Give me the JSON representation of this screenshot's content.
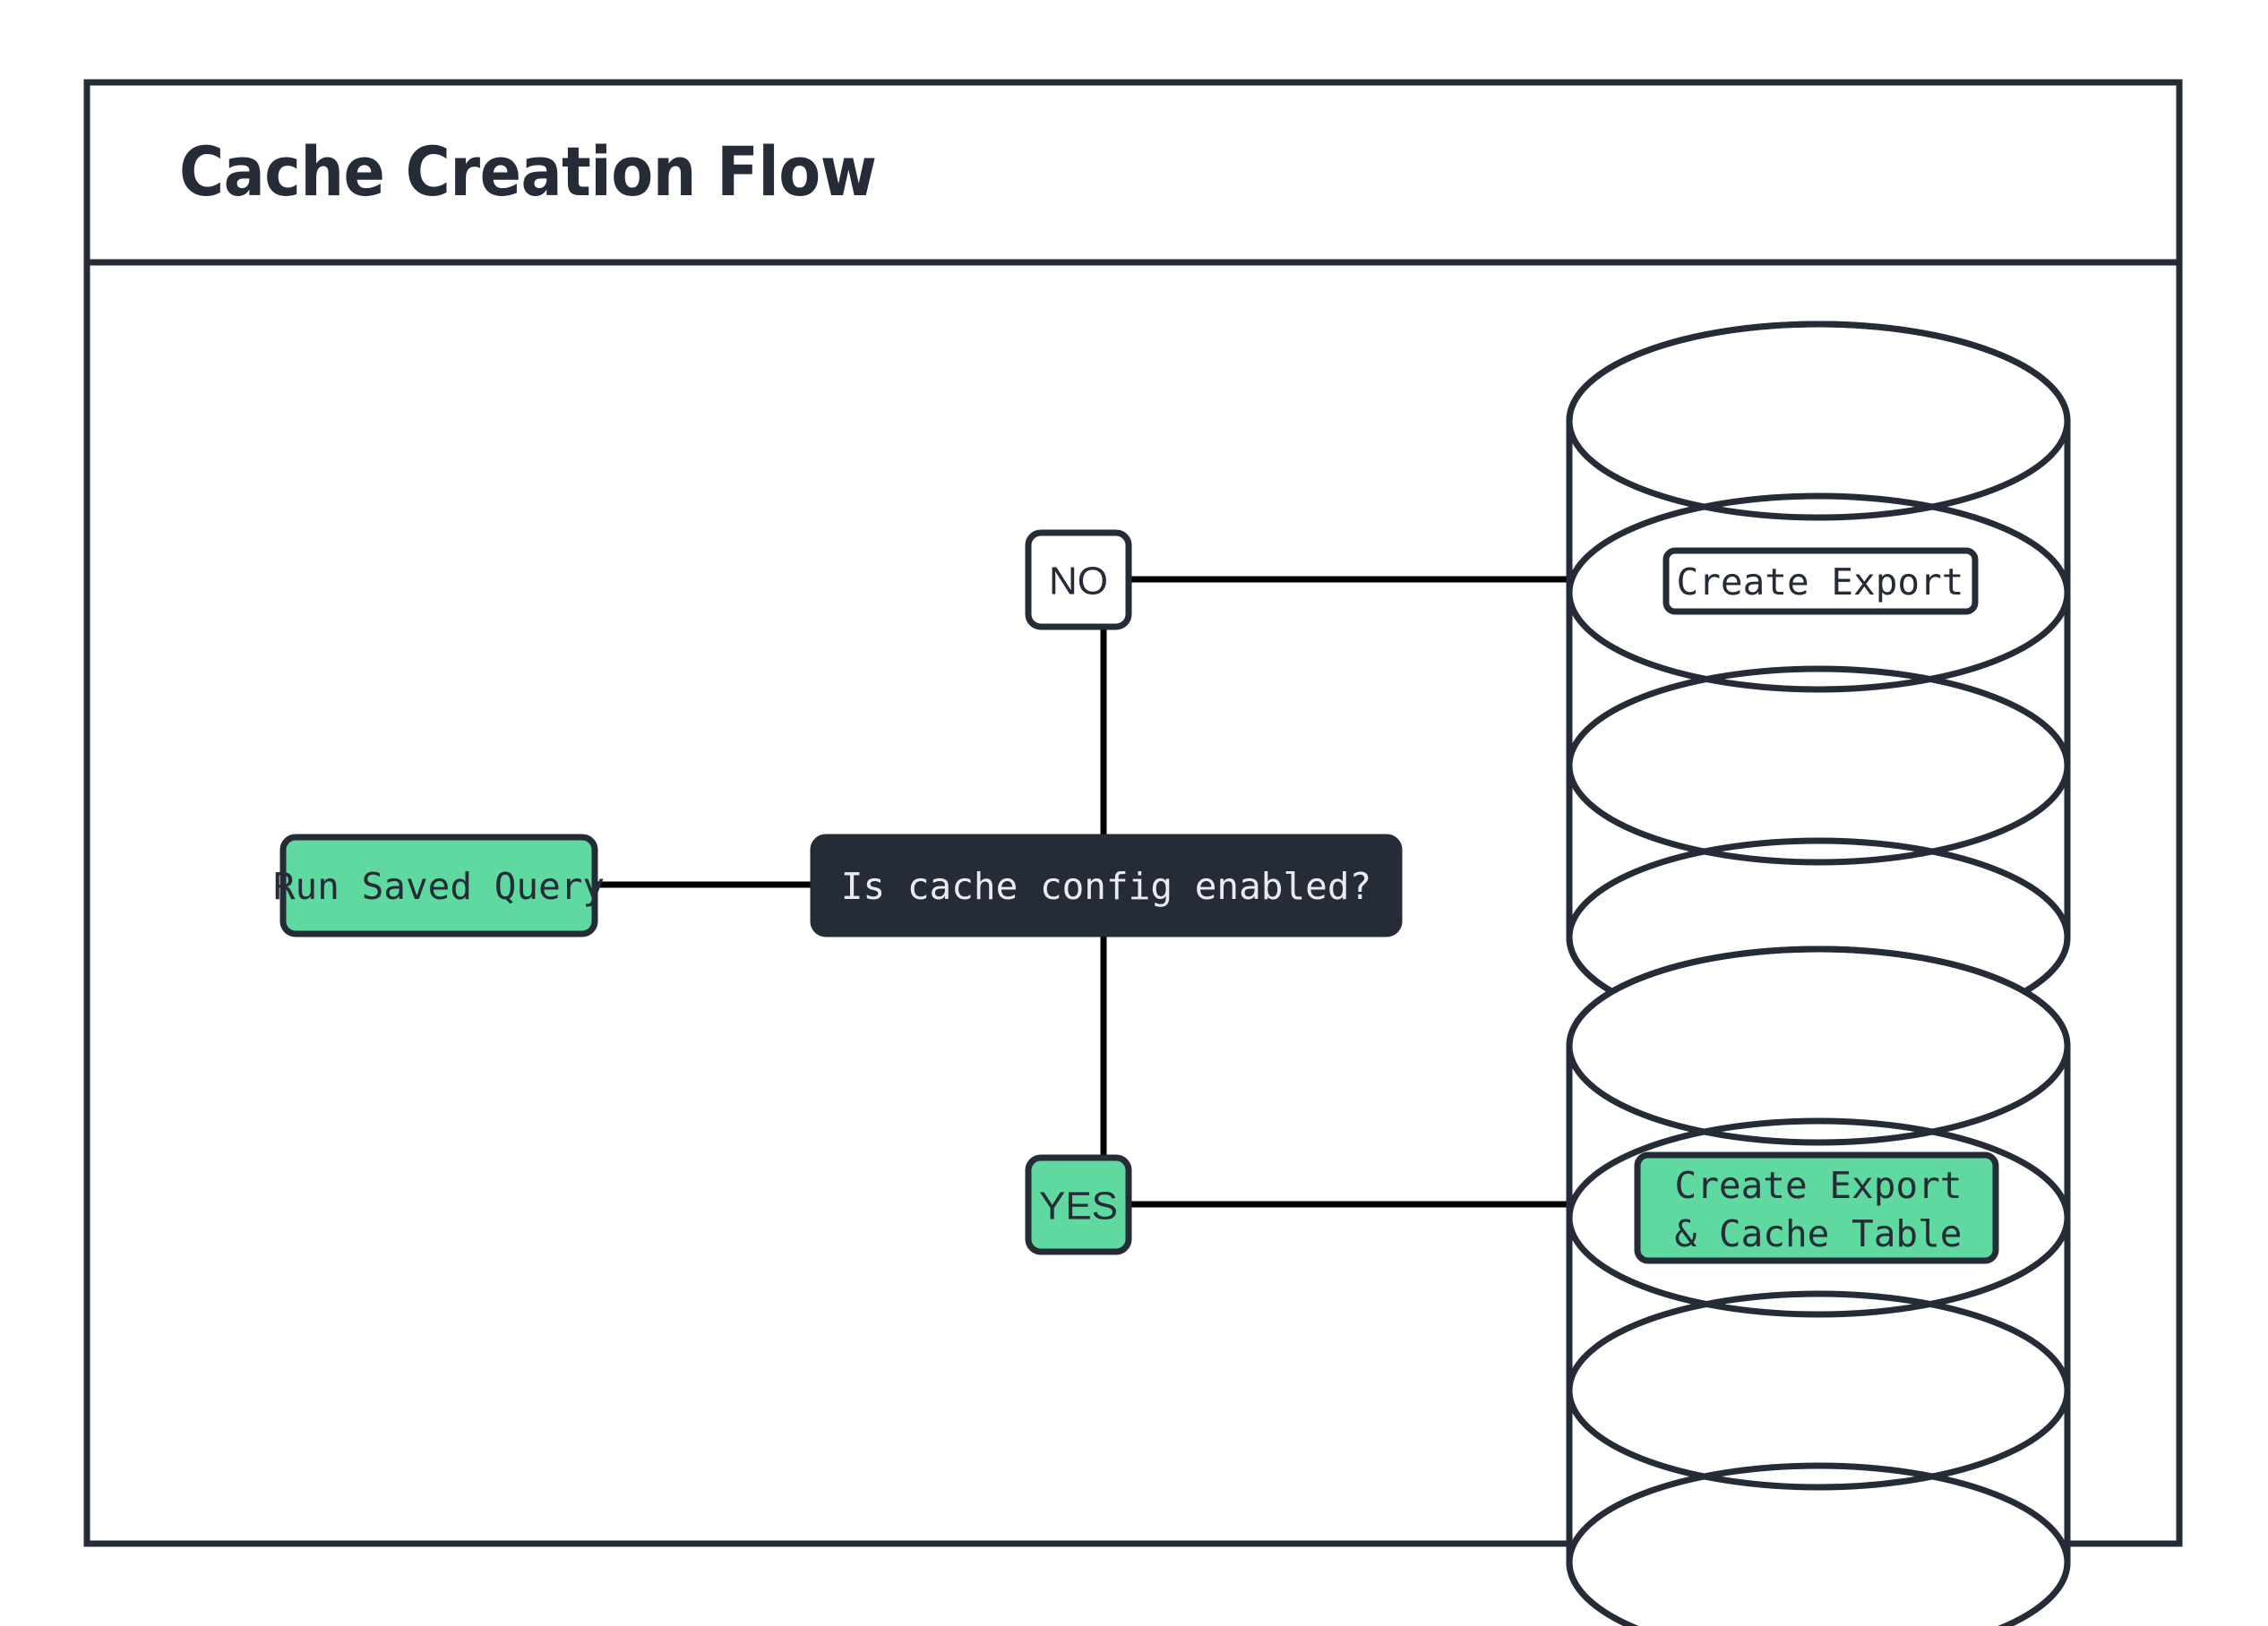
{
  "diagram": {
    "title": "Cache Creation Flow",
    "type": "flowchart",
    "colors": {
      "accent_green": "#5fd9a0",
      "dark_navy": "#262b38",
      "white": "#ffffff",
      "text_on_dark": "#e9ebef"
    },
    "nodes": {
      "start": {
        "label": "Run Saved Query",
        "shape": "rounded-rect",
        "fill": "green"
      },
      "decision": {
        "label": "Is cache config enabled?",
        "shape": "rounded-rect",
        "fill": "dark"
      },
      "branch_no": {
        "label": "NO",
        "shape": "rounded-rect",
        "fill": "white"
      },
      "branch_yes": {
        "label": "YES",
        "shape": "rounded-rect",
        "fill": "green"
      },
      "db_export": {
        "label": "Create Export",
        "shape": "database-cylinder",
        "fill": "white"
      },
      "db_export_cache": {
        "label_line_1": "Create Export",
        "label_line_2": "& Cache Table",
        "shape": "database-cylinder",
        "fill": "green"
      }
    },
    "edges": [
      {
        "from": "start",
        "to": "decision"
      },
      {
        "from": "decision",
        "to": "branch_no"
      },
      {
        "from": "branch_no",
        "to": "db_export"
      },
      {
        "from": "decision",
        "to": "branch_yes"
      },
      {
        "from": "branch_yes",
        "to": "db_export_cache"
      }
    ]
  }
}
